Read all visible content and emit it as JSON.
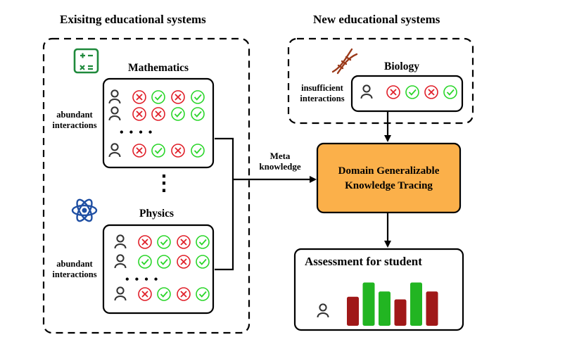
{
  "left_panel": {
    "title": "Exisitng educational systems",
    "math": {
      "title": "Mathematics",
      "side_label_line1": "abundant",
      "side_label_line2": "interactions",
      "rows": [
        [
          "wrong",
          "right",
          "wrong",
          "right"
        ],
        [
          "wrong",
          "wrong",
          "right",
          "right"
        ],
        [
          "wrong",
          "right",
          "wrong",
          "right"
        ]
      ],
      "ellipsis": "• • • •"
    },
    "vertical_ellipsis": "⋮",
    "physics": {
      "title": "Physics",
      "side_label_line1": "abundant",
      "side_label_line2": "interactions",
      "rows": [
        [
          "wrong",
          "right",
          "wrong",
          "right"
        ],
        [
          "right",
          "right",
          "wrong",
          "right"
        ],
        [
          "wrong",
          "right",
          "wrong",
          "right"
        ]
      ],
      "ellipsis": "• • • •"
    }
  },
  "right_panel": {
    "title": "New educational systems",
    "biology": {
      "title": "Biology",
      "side_label_line1": "insufficient",
      "side_label_line2": "interactions",
      "row": [
        "wrong",
        "right",
        "wrong",
        "right"
      ]
    }
  },
  "arrow_label": {
    "line1": "Meta",
    "line2": "knowledge"
  },
  "dgkt": {
    "line1": "Domain Generalizable",
    "line2": "Knowledge Tracing"
  },
  "assessment": {
    "title": "Assessment for student",
    "bars": [
      {
        "status": "wrong",
        "level": 0.55
      },
      {
        "status": "right",
        "level": 0.82
      },
      {
        "status": "right",
        "level": 0.65
      },
      {
        "status": "wrong",
        "level": 0.5
      },
      {
        "status": "right",
        "level": 0.82
      },
      {
        "status": "wrong",
        "level": 0.65
      }
    ]
  },
  "colors": {
    "wrong": "#e0202a",
    "right": "#2bd62b",
    "bar_wrong": "#a01818",
    "bar_right": "#22b522",
    "dgkt_fill": "#fbb04a",
    "math_icon": "#1f8a3c",
    "physics_icon": "#1f4fa3",
    "dna_icon": "#9a3a1a"
  },
  "icons": {
    "math": "calculator-icon",
    "physics": "atom-icon",
    "biology": "dna-icon",
    "student": "user-icon"
  }
}
